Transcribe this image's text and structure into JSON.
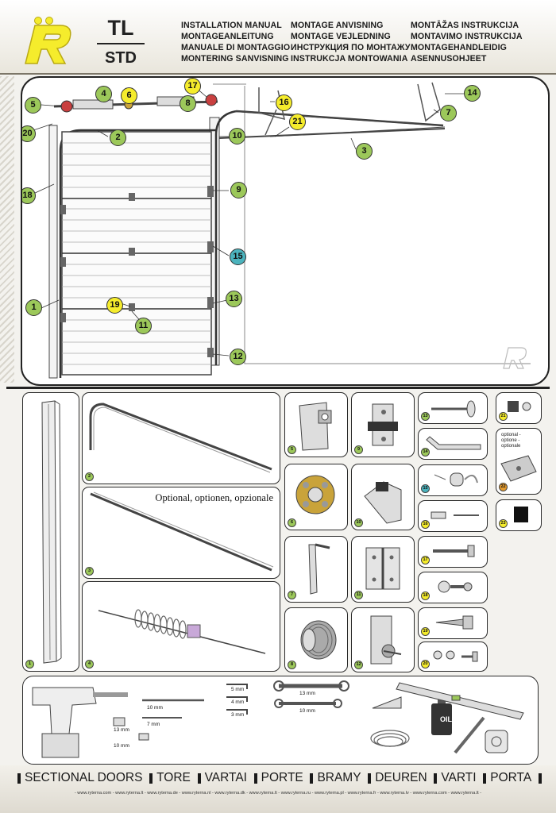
{
  "header": {
    "model_top": "TL",
    "model_bottom": "STD",
    "titles": [
      "INSTALLATION MANUAL",
      "MONTAGE ANVISNING",
      "MONTĀŽAS INSTRUKCIJA",
      "MONTAGEANLEITUNG",
      "MONTAGE VEJLEDNING",
      "MONTAVIMO INSTRUKCIJA",
      "MANUALE DI MONTAGGIO",
      "ИНСТРУКЦИЯ ПО МОНТАЖУ",
      "MONTAGEHANDLEIDIG",
      "MONTERING SANVISNING",
      "INSTRUKCJA MONTOWANIA",
      "ASENNUSOHJEET"
    ]
  },
  "callouts": [
    {
      "n": "5",
      "color": "green"
    },
    {
      "n": "20",
      "color": "green"
    },
    {
      "n": "4",
      "color": "green"
    },
    {
      "n": "6",
      "color": "yellow"
    },
    {
      "n": "17",
      "color": "yellow"
    },
    {
      "n": "8",
      "color": "green"
    },
    {
      "n": "16",
      "color": "yellow"
    },
    {
      "n": "21",
      "color": "yellow"
    },
    {
      "n": "14",
      "color": "green"
    },
    {
      "n": "7",
      "color": "green"
    },
    {
      "n": "2",
      "color": "green"
    },
    {
      "n": "10",
      "color": "green"
    },
    {
      "n": "3",
      "color": "green"
    },
    {
      "n": "18",
      "color": "green"
    },
    {
      "n": "9",
      "color": "green"
    },
    {
      "n": "15",
      "color": "teal"
    },
    {
      "n": "1",
      "color": "green"
    },
    {
      "n": "19",
      "color": "yellow"
    },
    {
      "n": "11",
      "color": "green"
    },
    {
      "n": "13",
      "color": "green"
    },
    {
      "n": "12",
      "color": "green"
    }
  ],
  "colors": {
    "green": "#9cc85a",
    "yellow": "#f5ec2c",
    "teal": "#4bb3bd",
    "orange": "#e39a2e",
    "logo": "#f5ec2c"
  },
  "parts": [
    {
      "n": "1",
      "color": "green"
    },
    {
      "n": "2",
      "color": "green"
    },
    {
      "n": "3",
      "color": "green"
    },
    {
      "n": "4",
      "color": "green"
    },
    {
      "n": "5",
      "color": "green"
    },
    {
      "n": "6",
      "color": "green"
    },
    {
      "n": "7",
      "color": "green"
    },
    {
      "n": "8",
      "color": "green"
    },
    {
      "n": "9",
      "color": "green"
    },
    {
      "n": "10",
      "color": "green"
    },
    {
      "n": "11",
      "color": "green"
    },
    {
      "n": "12",
      "color": "green"
    },
    {
      "n": "13",
      "color": "green"
    },
    {
      "n": "14",
      "color": "green"
    },
    {
      "n": "15",
      "color": "teal"
    },
    {
      "n": "16",
      "color": "yellow"
    },
    {
      "n": "17",
      "color": "yellow"
    },
    {
      "n": "18",
      "color": "yellow"
    },
    {
      "n": "19",
      "color": "yellow"
    },
    {
      "n": "20",
      "color": "yellow"
    },
    {
      "n": "21",
      "color": "yellow"
    },
    {
      "n": "22",
      "color": "orange"
    },
    {
      "n": "23",
      "color": "yellow"
    }
  ],
  "optional_label": "Optional, optionen, opzionale",
  "optional_22": [
    "optional -",
    "optione -",
    "optionale"
  ],
  "tools": {
    "drill_bits": [
      "10 mm",
      "7 mm"
    ],
    "sockets": [
      "13 mm",
      "10 mm"
    ],
    "hex_keys": [
      "5 mm",
      "4 mm",
      "3 mm"
    ],
    "wrenches": [
      "13 mm",
      "10 mm"
    ],
    "oil": "OIL"
  },
  "footer": {
    "doors": [
      "SECTIONAL DOORS",
      "TORE",
      "VARTAI",
      "PORTE",
      "BRAMY",
      "DEUREN",
      "VARTI",
      "PORTA"
    ],
    "websites": "- www.ryterna.com - www.ryterna.lt - www.ryterna.de - www.ryterna.nl - www.ryterna.dk - www.ryterna.lt - www.ryterna.ru - www.ryterna.pl - www.ryterna.fr - www.ryterna.lv - www.ryterna.com - www.ryterna.lt -"
  }
}
